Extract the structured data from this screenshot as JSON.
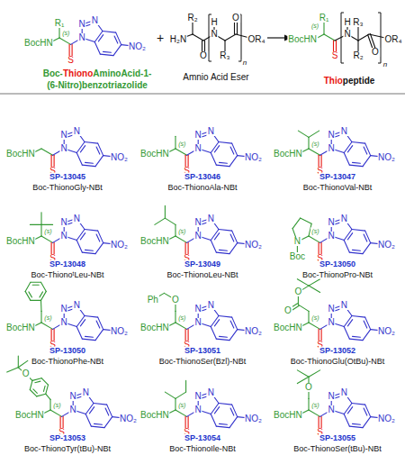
{
  "diagram": {
    "labels": [
      "BocHN",
      "(s)",
      "S",
      "N",
      "N",
      "N",
      "NO₂",
      "R₁",
      "Boc-",
      "Thiono",
      "AminoAcid-1-",
      "(6-Nitro)benzotriazolide",
      "+",
      "H₂N",
      "R₂",
      "O",
      "N",
      "H",
      "R₃",
      "O",
      "n",
      "OR₄",
      "Amnio Acid Eser",
      "BocHN",
      "R₁",
      "(s)",
      "S",
      "N",
      "H",
      "R₃",
      "R₂",
      "O",
      "n",
      "OR₄",
      "Thio",
      "peptide",
      "BocHN",
      "S",
      "N",
      "N",
      "N",
      "NO₂",
      "SP-13045",
      "Boc-ThionoGly-NBt",
      "BocHN",
      "(s)",
      "S",
      "N",
      "N",
      "N",
      "NO₂",
      "SP-13046",
      "Boc-ThionoAla-NBt",
      "BocHN",
      "(s)",
      "S",
      "N",
      "N",
      "N",
      "NO₂",
      "SP-13047",
      "Boc-ThionoVal-NBt",
      "BocHN",
      "(s)",
      "S",
      "N",
      "N",
      "N",
      "NO₂",
      "SP-13048",
      "Boc-ThionoᵗLeu-NBt",
      "BocHN",
      "(s)",
      "S",
      "N",
      "N",
      "N",
      "NO₂",
      "SP-13049",
      "Boc-ThionoLeu-NBt",
      "N",
      "Boc",
      "(s)",
      "S",
      "N",
      "N",
      "N",
      "NO₂",
      "SP-13050",
      "Boc-ThionoPro-NBt",
      "BocHN",
      "(s)",
      "S",
      "N",
      "N",
      "N",
      "NO₂",
      "SP-13050",
      "Boc-ThionoPhe-NBt",
      "BocHN",
      "(s)",
      "S",
      "N",
      "N",
      "N",
      "NO₂",
      "O",
      "Ph",
      "SP-13051",
      "Boc-ThionoSer(Bzl)-NBt",
      "BocHN",
      "(s)",
      "S",
      "N",
      "N",
      "N",
      "NO₂",
      "O",
      "O",
      "SP-13052",
      "Boc-ThionoGlu(OtBu)-NBt",
      "BocHN",
      "(s)",
      "S",
      "N",
      "N",
      "N",
      "NO₂",
      "O",
      "SP-13053",
      "Boc-ThionoTyr(tBu)-NBt",
      "BocHN",
      "(s)",
      "S",
      "N",
      "N",
      "N",
      "NO₂",
      "SP-13054",
      "Boc-ThionoIle-NBt",
      "BocHN",
      "(s)",
      "S",
      "N",
      "N",
      "N",
      "NO₂",
      "O",
      "SP-13055",
      "Boc-ThionoSer(tBu)-NBt"
    ]
  }
}
